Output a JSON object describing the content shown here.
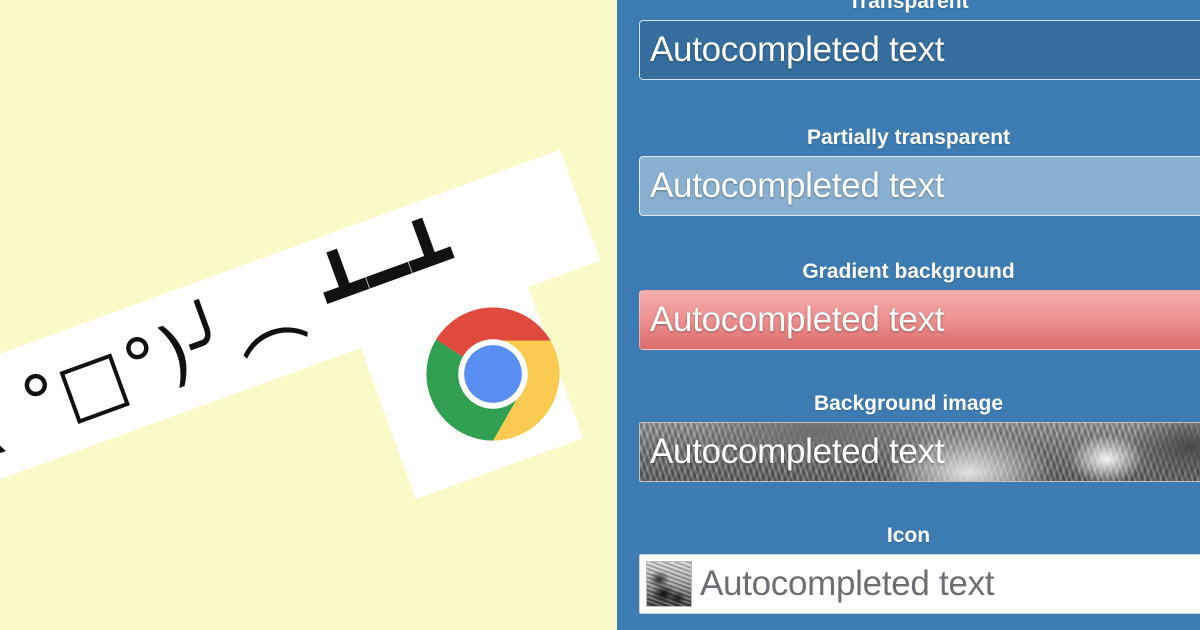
{
  "colors": {
    "left_background": "#fafac8",
    "right_panel": "#3d7cb2",
    "label_text": "#ffffff",
    "autocomplete_text": "#ffffff",
    "icon_row_text": "#6b6f73",
    "chrome_red": "#e04a3c",
    "chrome_yellow": "#fbca50",
    "chrome_green": "#31a052",
    "chrome_blue": "#588ef2",
    "gradient_top": "#f5aeae",
    "gradient_bottom": "#dd6d6d",
    "partial_transparent_fill": "#7fa5cb"
  },
  "left": {
    "kaomoji": "( °□°)╯︵ ┻━┻",
    "logo_name": "google-chrome-logo"
  },
  "right": {
    "fields": [
      {
        "label": "Transparent",
        "value": "Autocompleted text",
        "style": "transparent",
        "icon": null
      },
      {
        "label": "Partially transparent",
        "value": "Autocompleted text",
        "style": "partially-transparent",
        "icon": null
      },
      {
        "label": "Gradient background",
        "value": "Autocompleted text",
        "style": "gradient",
        "icon": null
      },
      {
        "label": "Background image",
        "value": "Autocompleted text",
        "style": "background-image",
        "icon": null
      },
      {
        "label": "Icon",
        "value": "Autocompleted text",
        "style": "icon",
        "icon": "photo-thumbnail-icon"
      }
    ]
  }
}
